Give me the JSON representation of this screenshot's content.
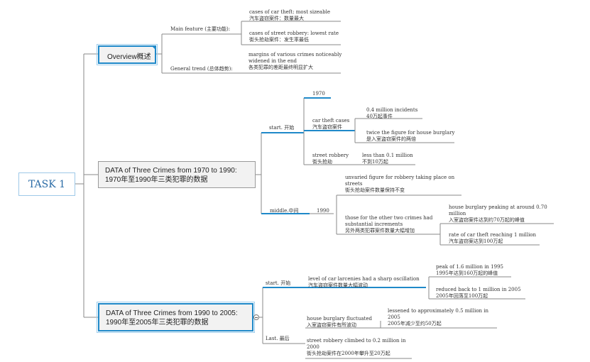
{
  "root": "TASK 1",
  "overview": {
    "title": "Overview概述",
    "main_feature": "Main feature (主要功能):",
    "general_trend": "General trend (总体趋势):",
    "car_theft": [
      "cases of car theft: most sizeable",
      "汽车盗窃案件：数量最大"
    ],
    "street_robbery": [
      "cases of street robbery: lowest rate",
      "街头抢劫案件：发生率最低"
    ],
    "margins": [
      "margins of various crimes noticeably",
      "widened in the end",
      "各类犯罪的差距最终明显扩大"
    ]
  },
  "data1": {
    "title": [
      "DATA of Three Crimes from 1970 to 1990:",
      "1970年至1990年三类犯罪的数据"
    ],
    "start_label": "start. 开始",
    "year_start": "1970",
    "car_theft_cases": [
      "car theft cases",
      "汽车盗窃案件"
    ],
    "incidents": [
      "0.4 million incidents",
      "40万起事件"
    ],
    "twice": [
      "twice the figure for house burglary",
      "是入室盗窃案件的两倍"
    ],
    "street_robbery": [
      "street robbery",
      "街头抢劫"
    ],
    "less_than": [
      "less than 0.1 million",
      "不到10万起"
    ],
    "middle_label": "middle.中间",
    "year_middle": "1990",
    "unvaried": [
      "unvaried figure for robbery taking place on",
      "streets",
      "街头抢劫案件数量保持不变"
    ],
    "others": [
      "those for the other two crimes had",
      "substantial increments",
      "另外两类犯罪案件数量大幅增加"
    ],
    "burglary_peak": [
      "house burglary peaking at around 0.70",
      "million",
      "入室盗窃案件达到约70万起的峰值"
    ],
    "car_rate": [
      "rate of car theft reaching 1 million",
      "汽车盗窃案达到100万起"
    ]
  },
  "data2": {
    "title": [
      "DATA of Three Crimes from 1990 to 2005:",
      "1990年至2005年三类犯罪的数据"
    ],
    "start_label": "start. 开始",
    "larcenies": [
      "level of car larcenies had a sharp oscillation",
      "汽车盗窃案件数量大幅波动"
    ],
    "peak": [
      "peak of 1.6 million in 1995",
      "1995年达到160万起的峰值"
    ],
    "reduced": [
      "reduced back to 1 million in 2005",
      "2005年回落至100万起"
    ],
    "last_label": "Last. 最后",
    "burglary_fluct": [
      "house burglary fluctuated",
      "入室盗窃案件有所波动"
    ],
    "lessened": [
      "lessened to approximately 0.5 million in",
      "2005",
      "2005年减少至约50万起"
    ],
    "robbery_climb": [
      "street robbery climbed to 0.2 million in",
      "2000",
      "街头抢劫案件在2000年攀升至20万起"
    ]
  },
  "colors": {
    "accent": "#1f89c9",
    "line": "#8a8a8a",
    "box_fill": "#f2f2f2"
  }
}
